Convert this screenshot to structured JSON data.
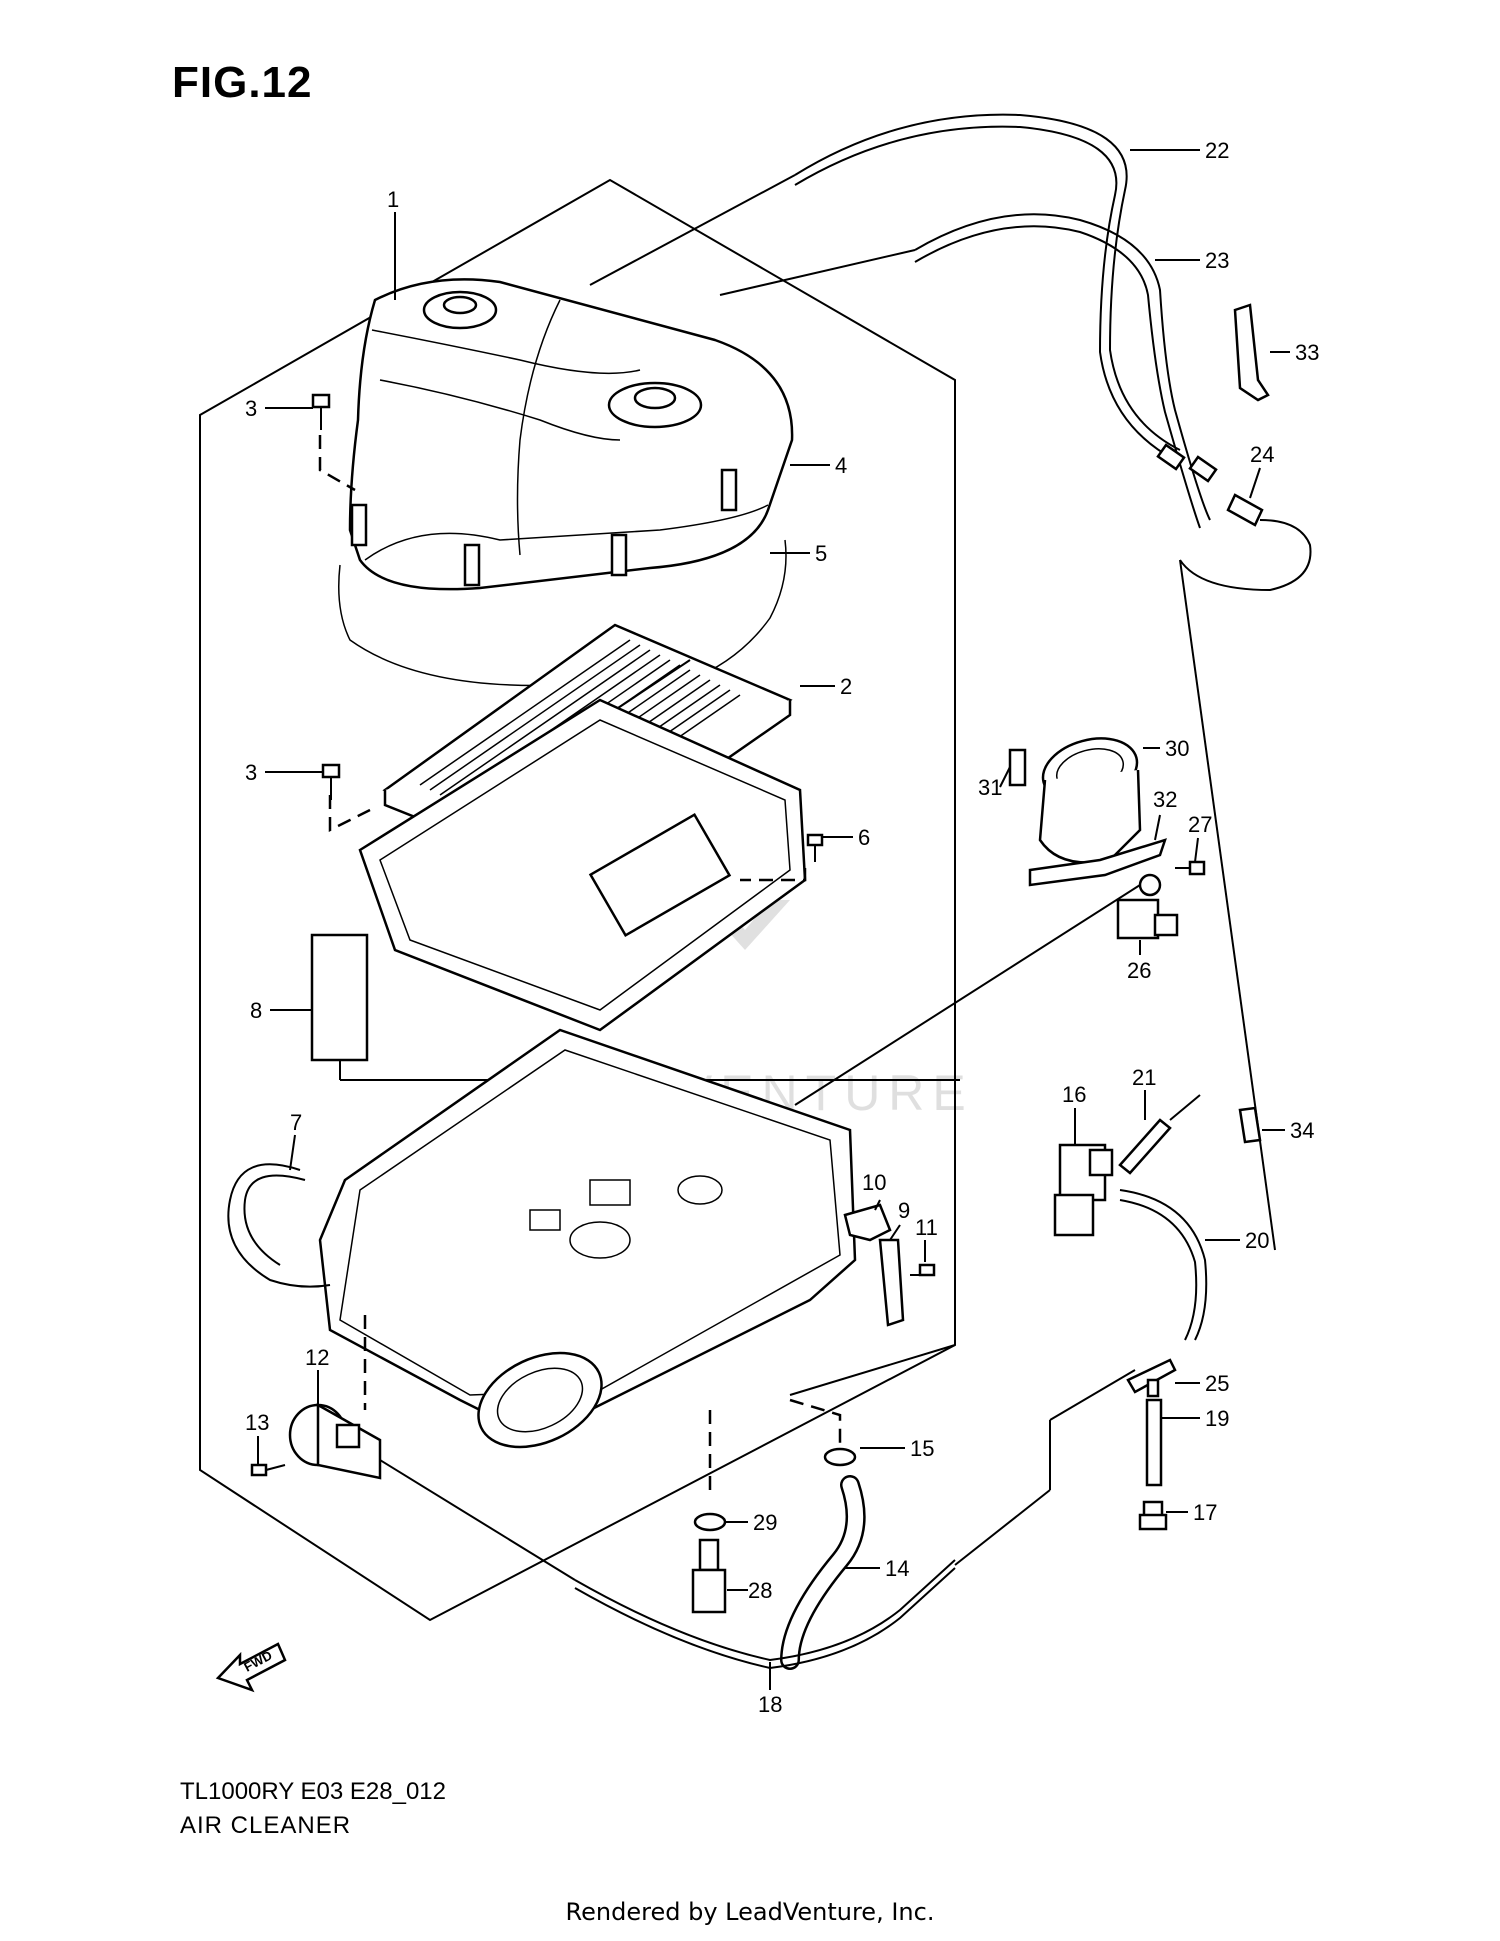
{
  "figure": {
    "title": "FIG.12"
  },
  "footer": {
    "model_code": "TL1000RY E03 E28_012",
    "section_name": "AIR CLEANER",
    "credit": "Rendered by LeadVenture, Inc."
  },
  "watermark": {
    "text": "LEADVENTURE"
  },
  "direction_marker": {
    "text": "FWD"
  },
  "callouts": [
    "1",
    "2",
    "3",
    "3",
    "4",
    "5",
    "6",
    "7",
    "8",
    "9",
    "10",
    "11",
    "12",
    "13",
    "14",
    "15",
    "16",
    "17",
    "18",
    "19",
    "20",
    "21",
    "22",
    "23",
    "24",
    "25",
    "26",
    "27",
    "28",
    "29",
    "30",
    "31",
    "32",
    "33",
    "34"
  ]
}
